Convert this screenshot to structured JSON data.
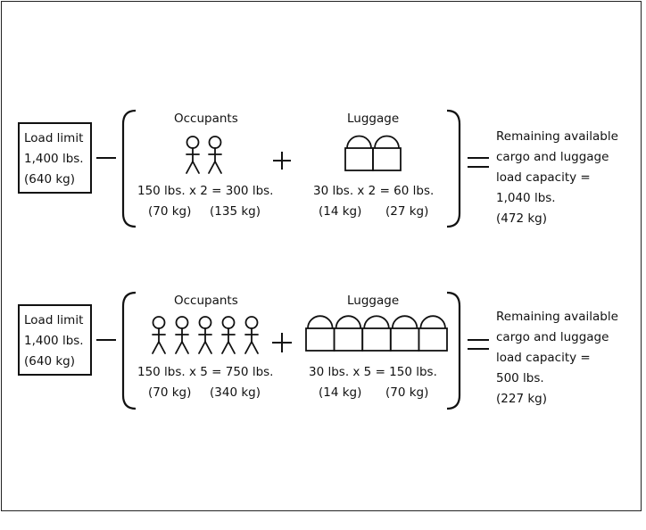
{
  "scenarios": [
    {
      "load_limit": {
        "l1": "Load limit",
        "l2": "1,400 lbs.",
        "l3": "(640 kg)"
      },
      "occupants": {
        "label": "Occupants",
        "count": 2,
        "calc": "150 lbs. x 2 = 300 lbs.",
        "kg_each": "(70 kg)",
        "kg_total": "(135 kg)"
      },
      "luggage": {
        "label": "Luggage",
        "count": 2,
        "calc": "30 lbs. x 2 = 60 lbs.",
        "kg_each": "(14 kg)",
        "kg_total": "(27 kg)"
      },
      "remaining": {
        "l1": "Remaining available",
        "l2": "cargo and luggage",
        "l3": "load capacity =",
        "l4": "1,040 lbs.",
        "l5": "(472 kg)"
      }
    },
    {
      "load_limit": {
        "l1": "Load limit",
        "l2": "1,400 lbs.",
        "l3": "(640 kg)"
      },
      "occupants": {
        "label": "Occupants",
        "count": 5,
        "calc": "150 lbs. x 5 = 750 lbs.",
        "kg_each": "(70 kg)",
        "kg_total": "(340 kg)"
      },
      "luggage": {
        "label": "Luggage",
        "count": 5,
        "calc": "30 lbs. x 5 = 150 lbs.",
        "kg_each": "(14 kg)",
        "kg_total": "(70 kg)"
      },
      "remaining": {
        "l1": "Remaining available",
        "l2": "cargo and luggage",
        "l3": "load capacity =",
        "l4": "500 lbs.",
        "l5": "(227 kg)"
      }
    }
  ],
  "icons": {
    "occupant": "stick-figure-icon",
    "luggage": "suitcase-icon"
  },
  "colors": {
    "ink": "#111111",
    "frame": "#222222",
    "background": "#ffffff"
  }
}
